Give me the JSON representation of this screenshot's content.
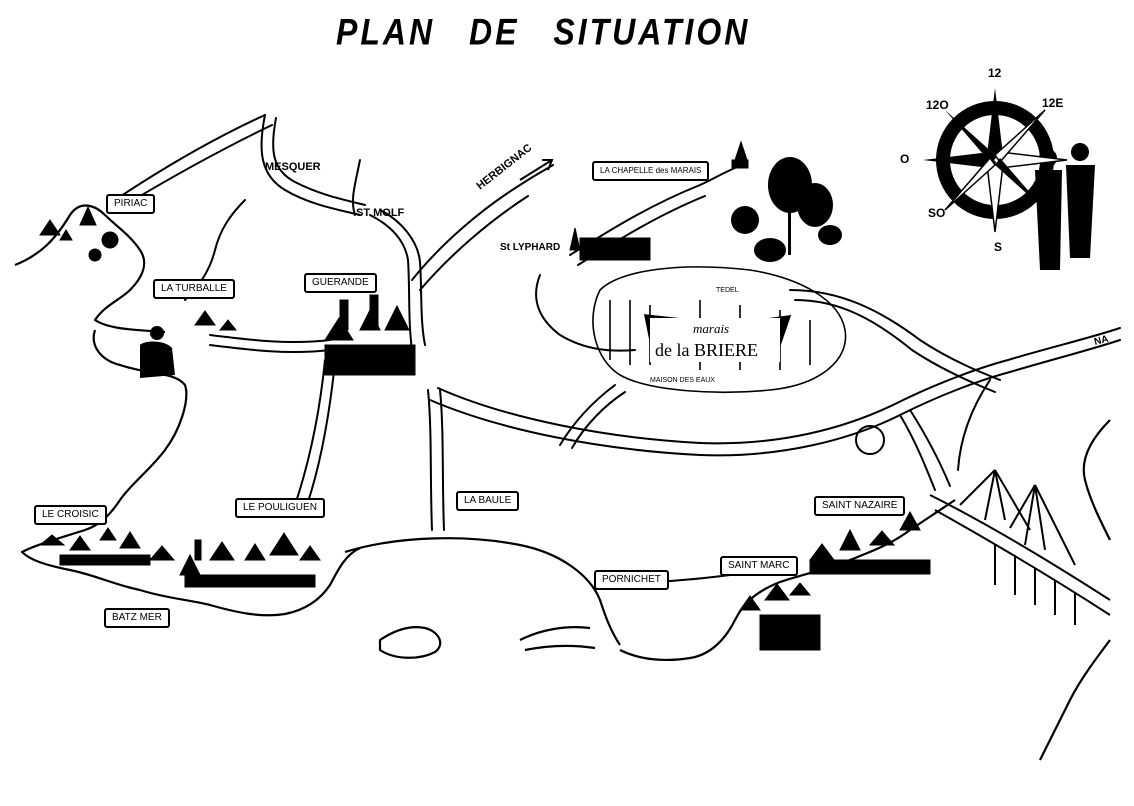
{
  "title": "PLAN DE SITUATION",
  "towns": {
    "piriac": "PIRIAC",
    "la_turballe": "LA TURBALLE",
    "guerande": "GUERANDE",
    "la_chapelle": "LA CHAPELLE des MARAIS",
    "le_croisic": "LE CROISIC",
    "le_pouliguen": "LE POULIGUEN",
    "la_baule": "LA BAULE",
    "batz": "BATZ MER",
    "pornichet": "PORNICHET",
    "saint_marc": "SAINT MARC",
    "saint_nazaire": "SAINT NAZAIRE"
  },
  "roads": {
    "mesquer": "MESQUER",
    "st_molf": "ST MOLF",
    "herbignac": "HERBIGNAC",
    "st_lyphard": "St LYPHARD",
    "nantes": "NA"
  },
  "park": {
    "line1": "marais",
    "line2": "de la BRIERE",
    "note": "TEDEL",
    "sub": "MAISON DES EAUX"
  },
  "compass": {
    "n": "12",
    "ne": "12E",
    "nw": "12O",
    "w": "O",
    "sw": "SO",
    "s": "S"
  },
  "colors": {
    "ink": "#000000",
    "paper": "#ffffff"
  }
}
